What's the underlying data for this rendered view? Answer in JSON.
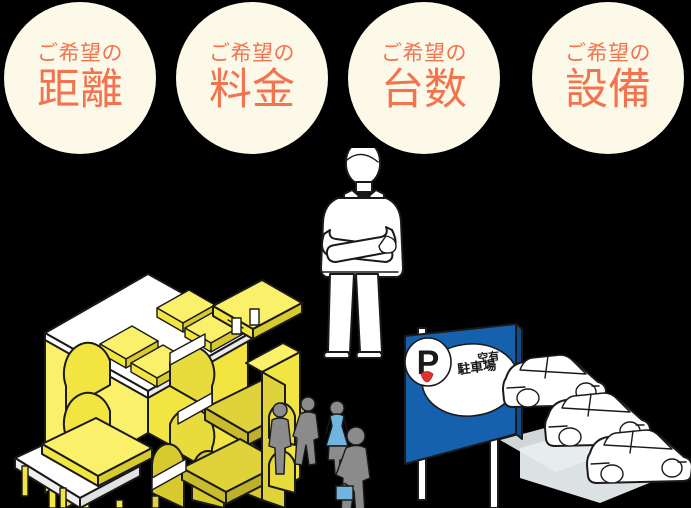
{
  "page": {
    "title": "駐車場検索条件ヒーロー",
    "background_color": "#000000"
  },
  "badges": {
    "accent_color": "#f4734f",
    "circle_color": "#fdf9e9",
    "items": [
      {
        "kicker": "ご希望の",
        "word": "距離"
      },
      {
        "kicker": "ご希望の",
        "word": "料金"
      },
      {
        "kicker": "ご希望の",
        "word": "台数"
      },
      {
        "kicker": "ご希望の",
        "word": "設備"
      }
    ]
  },
  "illustration": {
    "name": "isometric-parking-garage-scene",
    "colors": {
      "building_light": "#fbf06a",
      "building_mid": "#f2e542",
      "building_dark": "#d8c92e",
      "building_shade": "#bdb02a",
      "building_roof": "#ffffff",
      "outline": "#1a1a1a",
      "sign_blue": "#1561ad",
      "sign_white": "#ffffff",
      "sign_red": "#e0322b",
      "car_body": "#ffffff",
      "shadow": "#e6ecee",
      "person_skin": "#ffffff",
      "person_tie": "#1a1a1a",
      "pedestrian_gray": "#8b8b8b",
      "pedestrian_dress": "#6fb5de",
      "pedestrian_bag": "#6fb5de"
    },
    "elements": {
      "building_label": "立体駐車場",
      "businessman_label": "腕組みビジネスマン",
      "sign_label": "駐車場看板",
      "sign_mark": "P",
      "sign_text": "駐車場",
      "sign_sub": "空有",
      "car_count": 3,
      "pedestrian_count": 4
    }
  }
}
